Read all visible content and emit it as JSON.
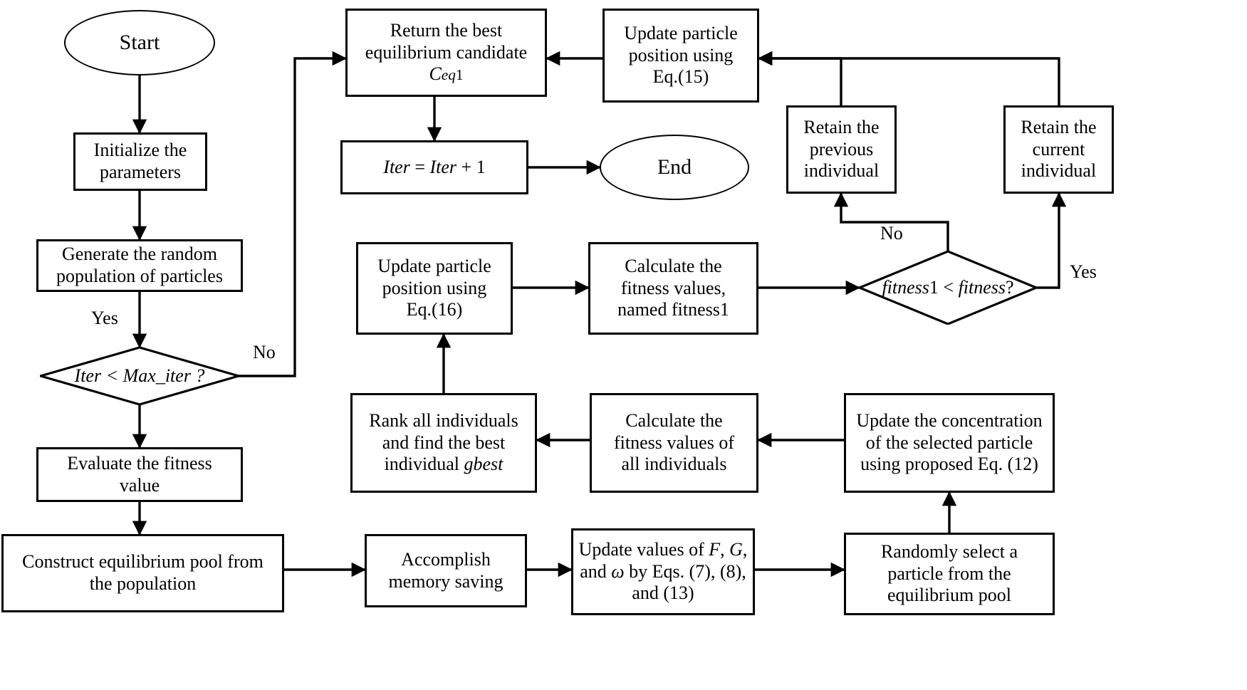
{
  "diagram": {
    "title": "Improved Equilibrium Optimizer algorithm flowchart",
    "line_color": "#000000",
    "fill_color": "#ffffff",
    "background": "#ffffff"
  },
  "nodes": {
    "start": {
      "label": "Start",
      "shape": "ellipse"
    },
    "initialize": {
      "line1": "Initialize the",
      "line2": "parameters",
      "shape": "rect"
    },
    "generate": {
      "line1": "Generate the random",
      "line2": "population of particles",
      "shape": "rect"
    },
    "iter_check": {
      "label": "Iter < Max_iter ?",
      "shape": "diamond"
    },
    "evaluate": {
      "line1": "Evaluate the fitness",
      "line2": "value",
      "shape": "rect"
    },
    "construct": {
      "line1": "Construct equilibrium pool  from",
      "line2": "the population",
      "shape": "rect"
    },
    "accomplish": {
      "line1": "Accomplish",
      "line2": "memory saving",
      "shape": "rect"
    },
    "update_fgw": {
      "line1_pre": "Update values of  ",
      "line1_f": "F",
      "line1_mid": ", ",
      "line1_g": "G",
      "line1_post": ",",
      "line2_pre": "and ",
      "line2_omega": "ω",
      "line2_post": " by Eqs. (7), (8),",
      "line3": "and (13)",
      "shape": "rect"
    },
    "randomly_select": {
      "line1": "Randomly select a",
      "line2": "particle from the",
      "line3": "equilibrium pool",
      "shape": "rect"
    },
    "update_conc": {
      "line1": "Update the concentration",
      "line2": "of the selected particle",
      "line3": "using proposed Eq. (12)",
      "shape": "rect"
    },
    "calc_all": {
      "line1": "Calculate the",
      "line2": "fitness values of",
      "line3": "all individuals",
      "shape": "rect"
    },
    "rank_all": {
      "line1": "Rank all individuals",
      "line2": "and find the best",
      "line3_pre": "individual ",
      "line3_gbest": "gbest",
      "shape": "rect"
    },
    "update_16": {
      "line1": "Update particle",
      "line2": "position using",
      "line3": "Eq.(16)",
      "shape": "rect"
    },
    "calc_fit1": {
      "line1": "Calculate the",
      "line2": "fitness values,",
      "line3": "named fitness1",
      "shape": "rect"
    },
    "fitness_check": {
      "label_it1": "fitness",
      "label_num": "1",
      "label_lt": " < ",
      "label_it2": "fitness",
      "label_q": "?",
      "shape": "diamond"
    },
    "retain_prev": {
      "line1": "Retain the",
      "line2": "previous",
      "line3": "individual",
      "shape": "rect"
    },
    "retain_curr": {
      "line1": "Retain the",
      "line2": "current",
      "line3": "individual",
      "shape": "rect"
    },
    "update_15": {
      "line1": "Update particle",
      "line2": "position using",
      "line3": "Eq.(15)",
      "shape": "rect"
    },
    "return_best": {
      "line1": "Return the best",
      "line2": "equilibrium candidate",
      "line3_c": "C",
      "line3_sub": "eq",
      "line3_num": "1",
      "shape": "rect"
    },
    "iter_inc": {
      "label_pre": "Iter",
      "label_eq": " = ",
      "label_it": "Iter",
      "label_post": " + 1",
      "shape": "rect"
    },
    "end": {
      "label": "End",
      "shape": "ellipse"
    }
  },
  "edge_labels": {
    "yes_iter": "Yes",
    "no_iter": "No",
    "no_fitness": "No",
    "yes_fitness": "Yes"
  }
}
